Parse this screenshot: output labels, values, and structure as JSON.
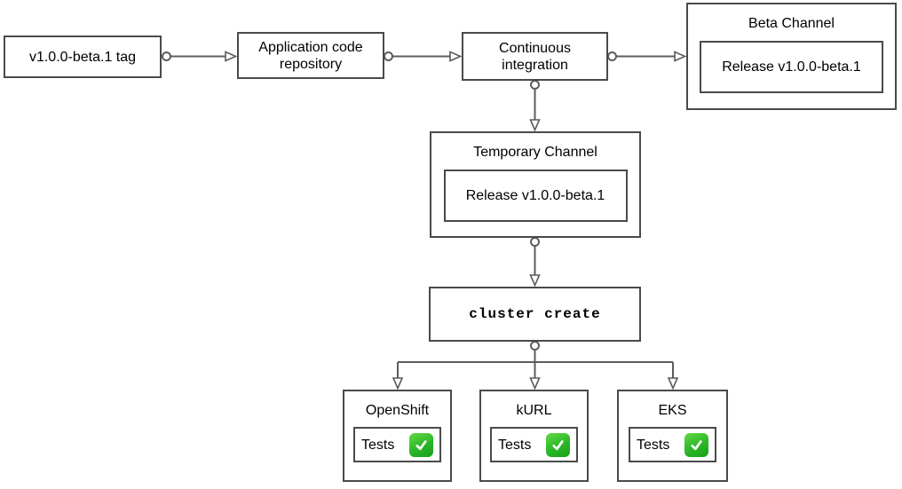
{
  "nodes": {
    "tag": {
      "label": "v1.0.0-beta.1 tag"
    },
    "repo": {
      "label": "Application code repository"
    },
    "ci": {
      "label": "Continuous integration"
    },
    "beta_channel": {
      "title": "Beta Channel",
      "release_label": "Release v1.0.0-beta.1"
    },
    "temporary_channel": {
      "title": "Temporary Channel",
      "release_label": "Release v1.0.0-beta.1"
    },
    "cluster_create": {
      "label": "cluster create"
    },
    "clusters": [
      {
        "title": "OpenShift",
        "tests_label": "Tests",
        "status": "passed",
        "status_icon": "check-mark-button"
      },
      {
        "title": "kURL",
        "tests_label": "Tests",
        "status": "passed",
        "status_icon": "check-mark-button"
      },
      {
        "title": "EKS",
        "tests_label": "Tests",
        "status": "passed",
        "status_icon": "check-mark-button"
      }
    ]
  },
  "colors": {
    "background": "#ffffff",
    "box_border": "#4a4a4a",
    "connector": "#5c5c5c",
    "text": "#000000",
    "check_green_light": "#64d943",
    "check_green_dark": "#17a117"
  }
}
